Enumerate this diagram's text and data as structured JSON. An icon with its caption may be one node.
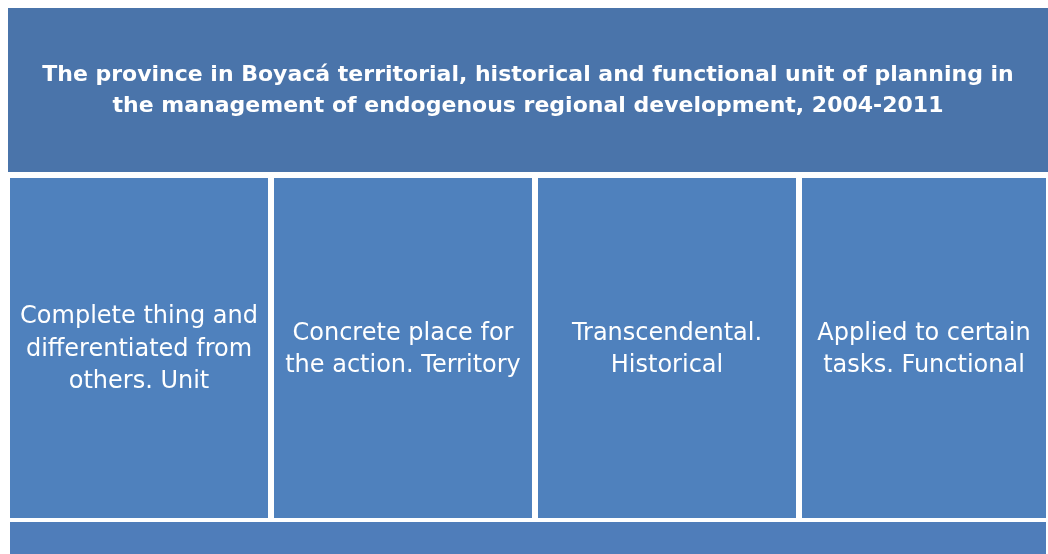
{
  "diagram": {
    "nodes": [
      {
        "text": [
          "The province in Boyacá territorial, historical and functional unit of planning in the management of endogenous regional development, 2004-2011"
        ]
      },
      {
        "text": [
          "Complete thing and differentiated from others. Unit"
        ]
      },
      {
        "text": [
          "Concrete place for the action. Territory"
        ]
      },
      {
        "text": [
          "Transcendental. Historical"
        ]
      },
      {
        "text": [
          "Applied to certain tasks. Functional"
        ]
      },
      {
        "text": [],
        "shape": "bar"
      }
    ],
    "edges": []
  }
}
